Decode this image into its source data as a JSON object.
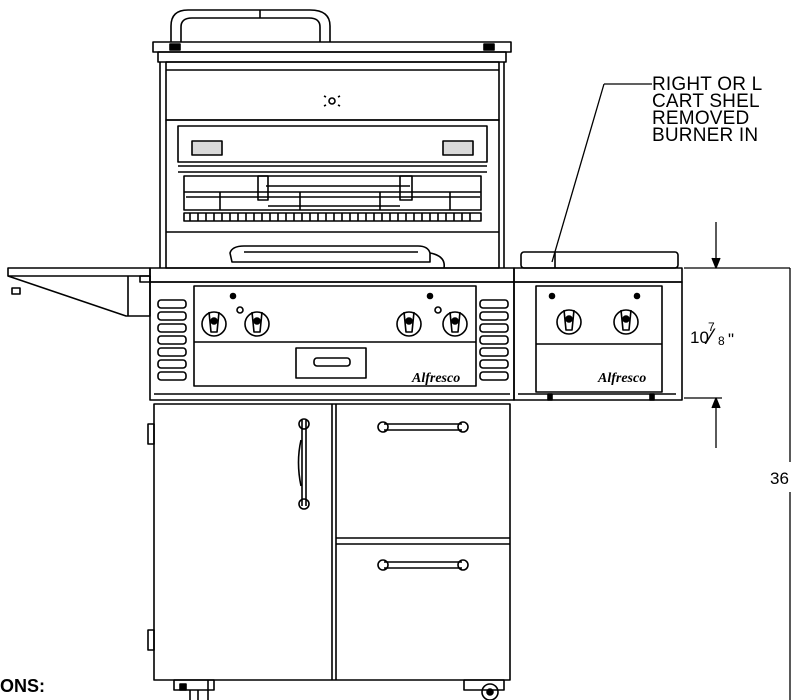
{
  "note": {
    "lines": [
      "RIGHT OR L",
      "CART SHEL",
      "REMOVED",
      "BURNER IN"
    ]
  },
  "dimensions": {
    "height_side_burner_whole": "10",
    "height_side_burner_num": "7",
    "height_side_burner_den": "8",
    "height_side_burner_unit": "\"",
    "overall_height": "36"
  },
  "section_heading": "ONS:",
  "brand": {
    "main_logo": "Alfresco",
    "side_logo": "Alfresco"
  },
  "colors": {
    "line": "#000000",
    "background": "#ffffff"
  }
}
